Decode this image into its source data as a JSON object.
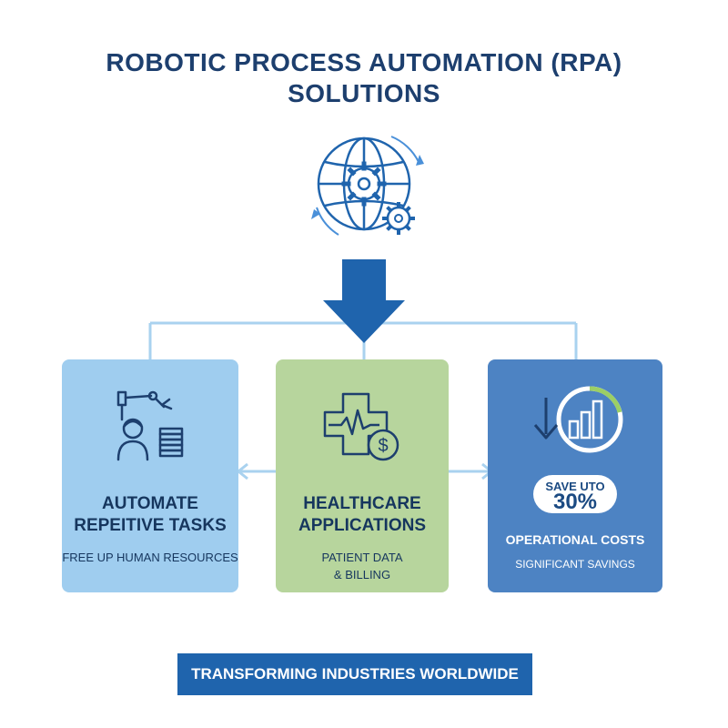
{
  "title": {
    "line1": "ROBOTIC PROCESS AUTOMATION (RPA)",
    "line2": "SOLUTIONS"
  },
  "icons": {
    "hero": "globe-gears-cycle-icon",
    "down_arrow": "down-arrow-icon",
    "left_card": "robot-arm-worker-icon",
    "mid_card": "medical-cross-heartbeat-dollar-icon",
    "right_card": "down-arrow-bar-chart-ring-icon"
  },
  "cards": {
    "left": {
      "heading_line1": "AUTOMATE",
      "heading_line2": "REPEITIVE TASKS",
      "subtext": "FREE UP HUMAN RESOURCES"
    },
    "middle": {
      "heading_line1": "HEALTHCARE",
      "heading_line2": "APPLICATIONS",
      "subtext_line1": "PATIENT DATA",
      "subtext_line2": "& BILLING"
    },
    "right": {
      "badge_line1": "SAVE UTO",
      "badge_value": "30%",
      "heading": "OPERATIONAL COSTS",
      "subtext": "SIGNIFICANT SAVINGS"
    }
  },
  "banner": {
    "text": "TRANSFORMING INDUSTRIES WORLDWIDE"
  },
  "colors": {
    "title": "#1d3f6e",
    "accent_blue": "#1f64ad",
    "left_card": "#9fcdef",
    "middle_card": "#b7d59d",
    "right_card": "#4d83c3",
    "connector": "#a9d2ef",
    "ring_green": "#9ccf65"
  }
}
